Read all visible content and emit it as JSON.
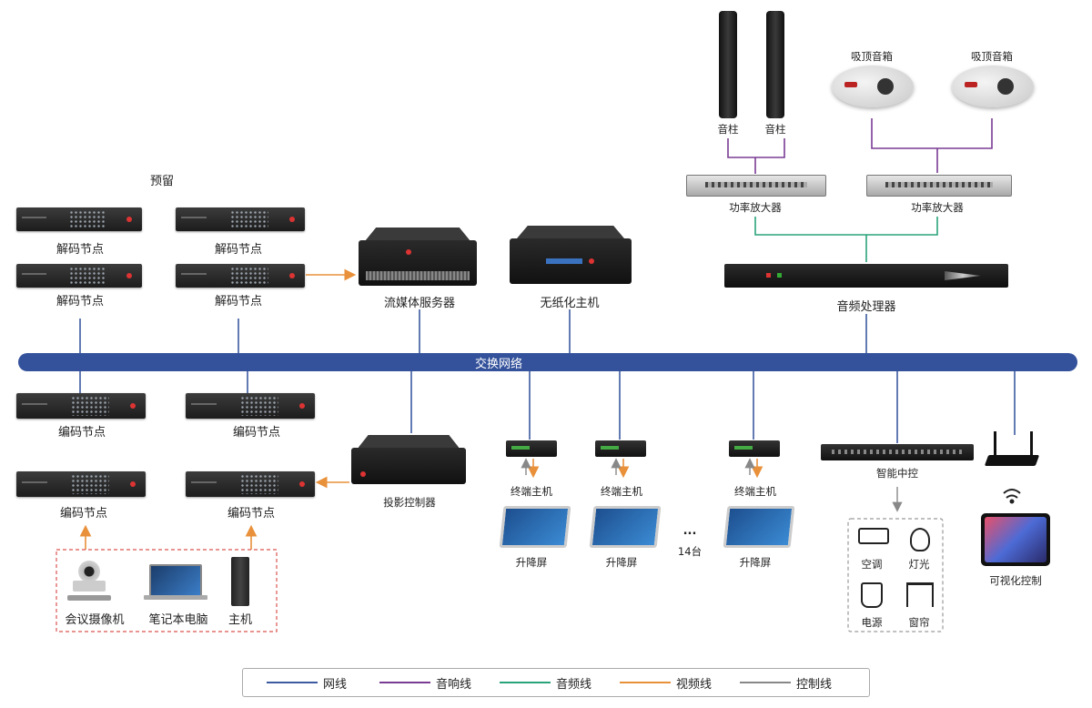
{
  "nodes": {
    "reserved": "预留",
    "decode_node": "解码节点",
    "encode_node": "编码节点",
    "streaming_server": "流媒体服务器",
    "paperless_host": "无纸化主机",
    "audio_processor": "音频处理器",
    "power_amplifier": "功率放大器",
    "column_speaker": "音柱",
    "ceiling_speaker": "吸顶音箱",
    "switch_network": "交换网络",
    "projection_controller": "投影控制器",
    "terminal_host": "终端主机",
    "lift_screen": "升降屏",
    "ellipsis": "...",
    "count_14": "14台",
    "smart_control": "智能中控",
    "air_conditioner": "空调",
    "light": "灯光",
    "power_supply": "电源",
    "curtain": "窗帘",
    "visual_control": "可视化控制",
    "camera": "会议摄像机",
    "laptop": "笔记本电脑",
    "host_pc": "主机"
  },
  "legend": [
    {
      "label": "网线",
      "color": "#3c5aa0"
    },
    {
      "label": "音响线",
      "color": "#7a3b93"
    },
    {
      "label": "音频线",
      "color": "#2aa37a"
    },
    {
      "label": "视频线",
      "color": "#e8903a"
    },
    {
      "label": "控制线",
      "color": "#888888"
    }
  ],
  "colors": {
    "network": "#3c5aa0",
    "speaker_line": "#7a3b93",
    "audio_line": "#2aa37a",
    "video_line": "#e8903a",
    "control_line": "#888888",
    "bus": "#34529b",
    "dashed_box_red": "#d9534f",
    "dashed_box_gray": "#9a9a9a"
  }
}
